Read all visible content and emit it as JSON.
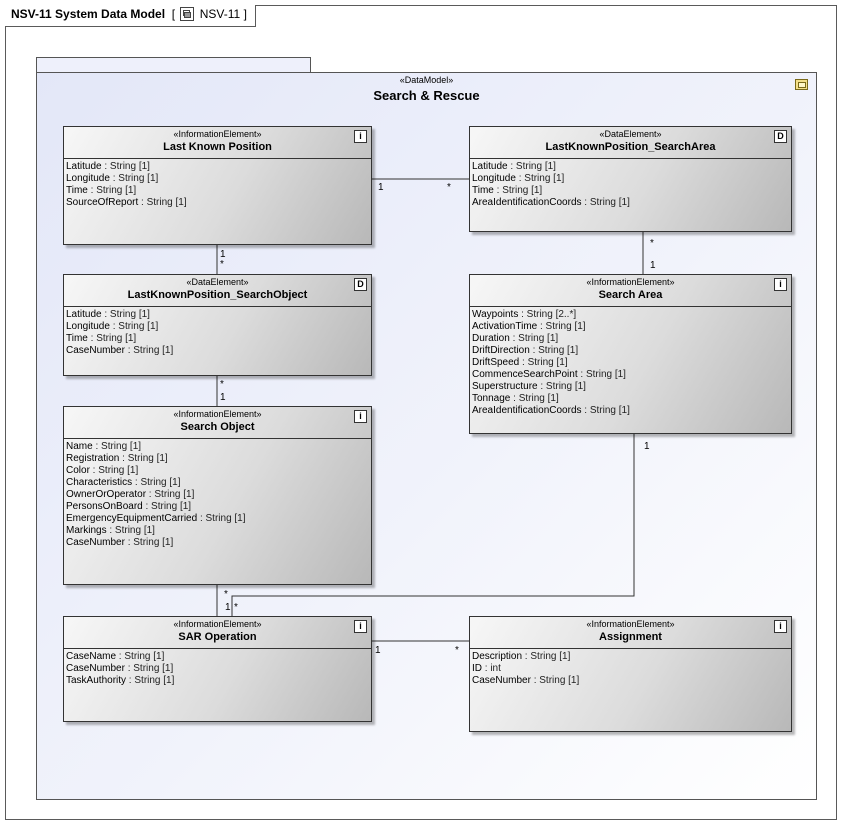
{
  "frame": {
    "title": "NSV-11 System Data Model",
    "bracket_open": "[",
    "ref_icon": "diagram-reference-icon",
    "ref_label": "NSV-11",
    "bracket_close": "]"
  },
  "package": {
    "stereotype": "«DataModel»",
    "name": "Search & Rescue",
    "icon": "package-folder-icon"
  },
  "classes": {
    "last_known_position": {
      "stereotype": "«InformationElement»",
      "name": "Last Known Position",
      "badge": "i",
      "attributes": [
        {
          "name": "Latitude",
          "type": " : String [1]"
        },
        {
          "name": "Longitude",
          "type": " : String [1]"
        },
        {
          "name": "Time",
          "type": " : String [1]"
        },
        {
          "name": "SourceOfReport",
          "type": " : String [1]"
        }
      ]
    },
    "lkp_search_area": {
      "stereotype": "«DataElement»",
      "name": "LastKnownPosition_SearchArea",
      "badge": "D",
      "attributes": [
        {
          "name": "Latitude",
          "type": " : String [1]"
        },
        {
          "name": "Longitude",
          "type": " : String [1]"
        },
        {
          "name": "Time",
          "type": " : String [1]"
        },
        {
          "name": "AreaIdentificationCoords",
          "type": " : String [1]"
        }
      ]
    },
    "lkp_search_object": {
      "stereotype": "«DataElement»",
      "name": "LastKnownPosition_SearchObject",
      "badge": "D",
      "attributes": [
        {
          "name": "Latitude",
          "type": " : String [1]"
        },
        {
          "name": "Longitude",
          "type": " : String [1]"
        },
        {
          "name": "Time",
          "type": " : String [1]"
        },
        {
          "name": "CaseNumber",
          "type": " : String [1]"
        }
      ]
    },
    "search_area": {
      "stereotype": "«InformationElement»",
      "name": "Search Area",
      "badge": "i",
      "attributes": [
        {
          "name": "Waypoints",
          "type": " : String [2..*]"
        },
        {
          "name": "ActivationTime",
          "type": " : String [1]"
        },
        {
          "name": "Duration",
          "type": " : String [1]"
        },
        {
          "name": "DriftDirection",
          "type": " : String [1]"
        },
        {
          "name": "DriftSpeed",
          "type": " : String [1]"
        },
        {
          "name": "CommenceSearchPoint",
          "type": " : String [1]"
        },
        {
          "name": "Superstructure",
          "type": " : String [1]"
        },
        {
          "name": "Tonnage",
          "type": " : String [1]"
        },
        {
          "name": "AreaIdentificationCoords",
          "type": " : String [1]"
        }
      ]
    },
    "search_object": {
      "stereotype": "«InformationElement»",
      "name": "Search Object",
      "badge": "i",
      "attributes": [
        {
          "name": "Name",
          "type": " : String [1]"
        },
        {
          "name": "Registration",
          "type": " : String [1]"
        },
        {
          "name": "Color",
          "type": " : String [1]"
        },
        {
          "name": "Characteristics",
          "type": " : String [1]"
        },
        {
          "name": "OwnerOrOperator",
          "type": " : String [1]"
        },
        {
          "name": "PersonsOnBoard",
          "type": " : String [1]"
        },
        {
          "name": "EmergencyEquipmentCarried",
          "type": " : String [1]"
        },
        {
          "name": "Markings",
          "type": " : String [1]"
        },
        {
          "name": "CaseNumber",
          "type": " : String [1]"
        }
      ]
    },
    "sar_operation": {
      "stereotype": "«InformationElement»",
      "name": "SAR Operation",
      "badge": "i",
      "attributes": [
        {
          "name": "CaseName",
          "type": " : String [1]"
        },
        {
          "name": "CaseNumber",
          "type": " : String [1]"
        },
        {
          "name": "TaskAuthority",
          "type": " : String [1]"
        }
      ]
    },
    "assignment": {
      "stereotype": "«InformationElement»",
      "name": "Assignment",
      "badge": "i",
      "attributes": [
        {
          "name": "Description",
          "type": " : String [1]"
        },
        {
          "name": "ID",
          "type": " : int"
        },
        {
          "name": "CaseNumber",
          "type": " : String [1]"
        }
      ]
    }
  },
  "associations": {
    "lkp_to_lkpsa": {
      "from": "Last Known Position",
      "to": "LastKnownPosition_SearchArea",
      "from_mult": "1",
      "to_mult": "*"
    },
    "lkp_to_lkpso": {
      "from": "Last Known Position",
      "to": "LastKnownPosition_SearchObject",
      "from_mult": "1",
      "to_mult": "*"
    },
    "lkpsa_to_sa": {
      "from": "LastKnownPosition_SearchArea",
      "to": "Search Area",
      "from_mult": "*",
      "to_mult": "1"
    },
    "lkpso_to_so": {
      "from": "LastKnownPosition_SearchObject",
      "to": "Search Object",
      "from_mult": "*",
      "to_mult": "1"
    },
    "so_to_sar": {
      "from": "Search Object",
      "to": "SAR Operation",
      "from_mult": "*",
      "to_mult": "1"
    },
    "sa_to_sar": {
      "from": "Search Area",
      "to": "SAR Operation",
      "from_mult": "1",
      "to_mult": "*"
    },
    "sar_to_assignment": {
      "from": "SAR Operation",
      "to": "Assignment",
      "from_mult": "1",
      "to_mult": "*"
    }
  }
}
